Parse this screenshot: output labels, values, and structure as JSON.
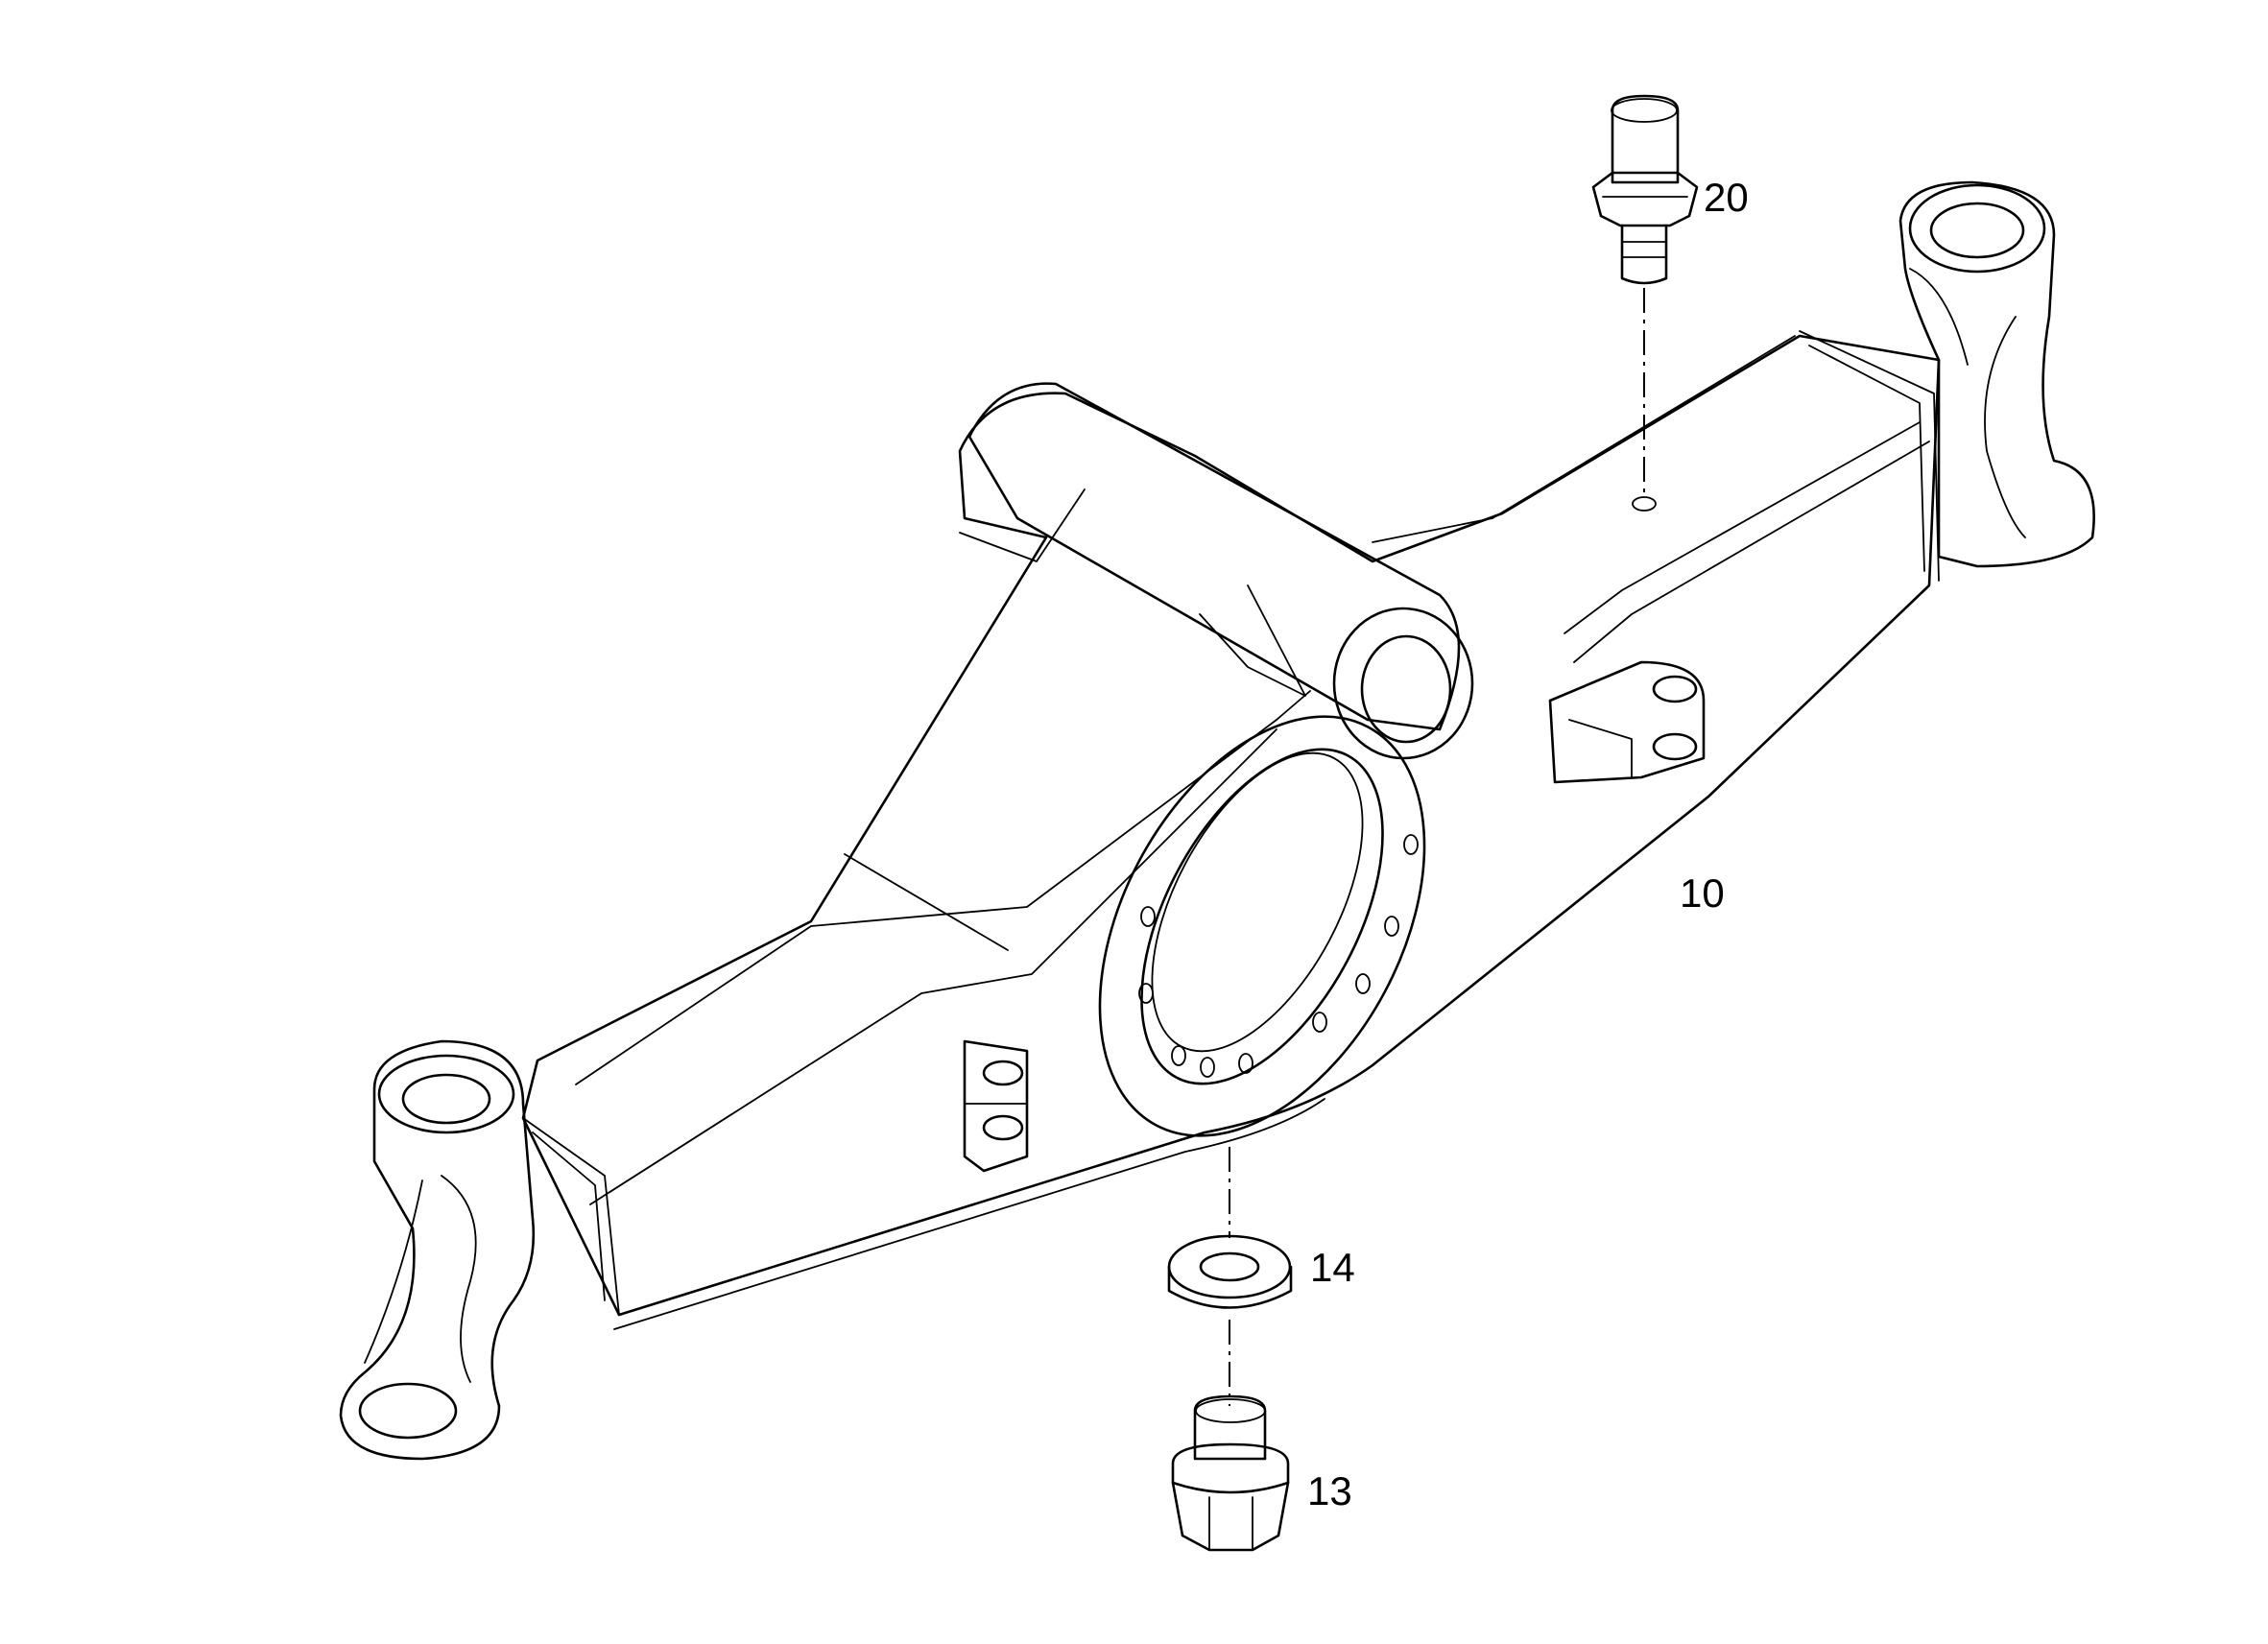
{
  "callouts": {
    "part_10": "10",
    "part_13": "13",
    "part_14": "14",
    "part_20": "20"
  },
  "colors": {
    "line": "#000000",
    "background": "#ffffff"
  }
}
